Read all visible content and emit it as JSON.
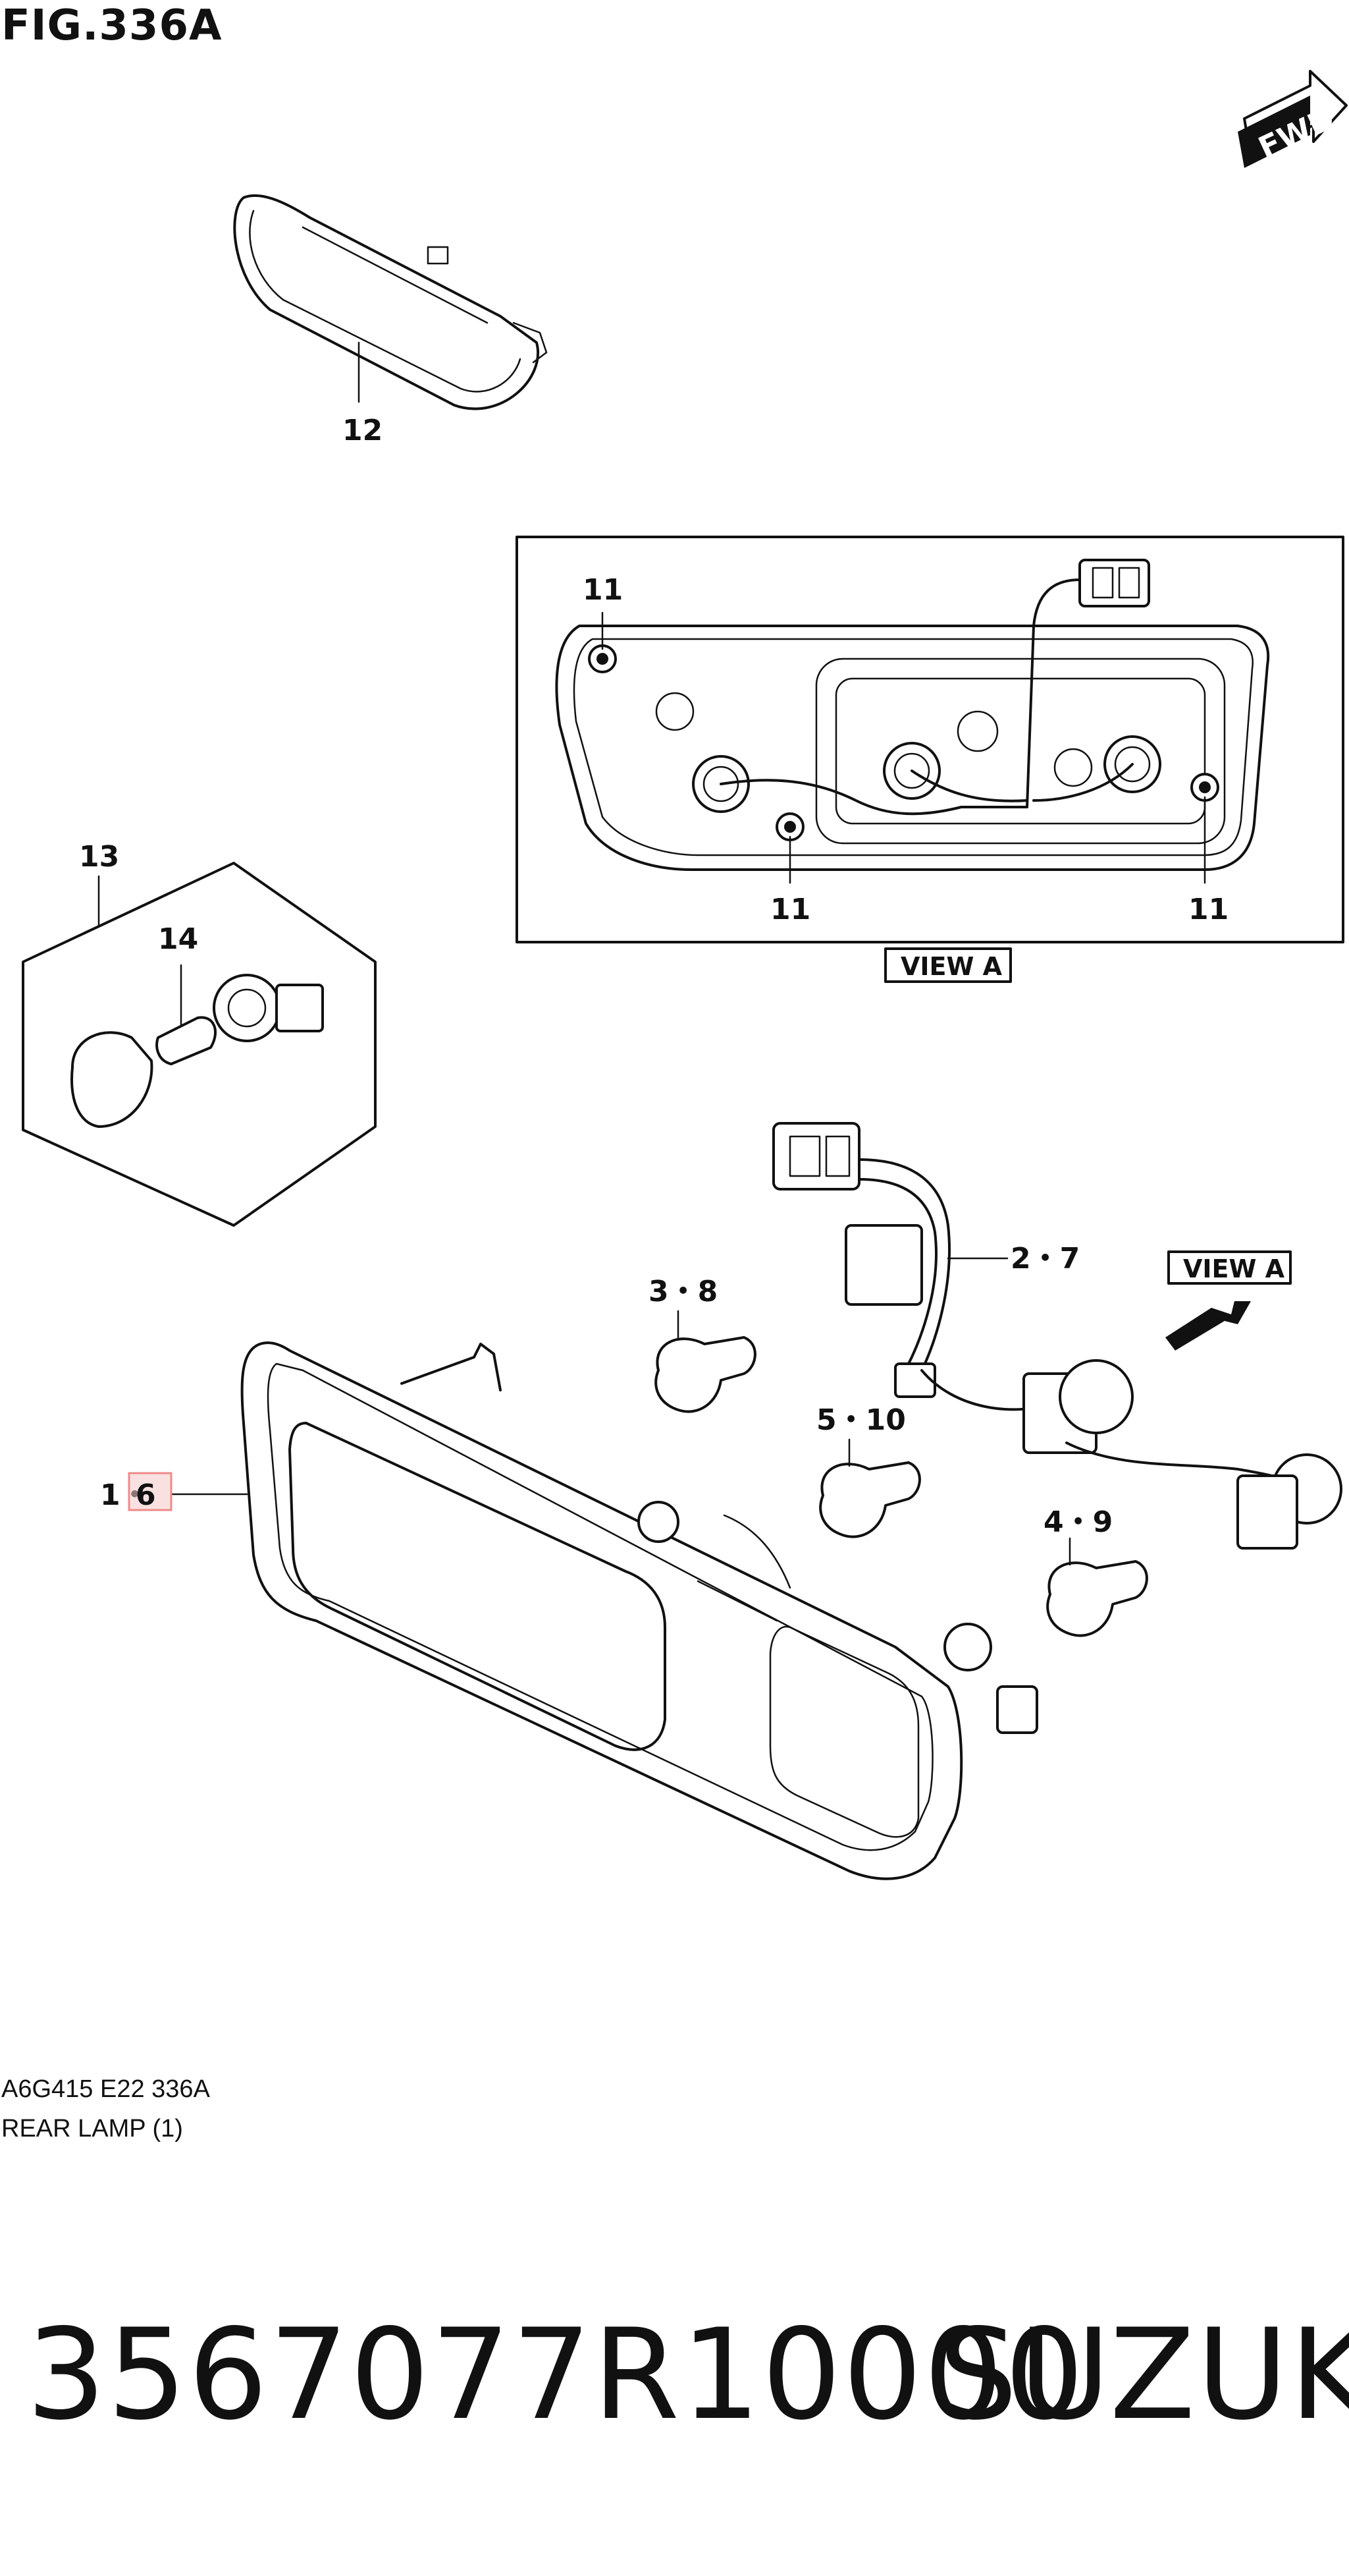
{
  "figure": {
    "title": "FIG.336A",
    "fwd_label": "FWD",
    "view_label_inset": "VIEW A",
    "view_label_main": "VIEW A",
    "callouts": {
      "c12": "12",
      "c11_top": "11",
      "c11_bottom_left": "11",
      "c11_bottom_right": "11",
      "c13": "13",
      "c14": "14",
      "c2_7": "2・7",
      "c3_8": "3・8",
      "c5_10": "5・10",
      "c4_9": "4・9",
      "c1": "1・",
      "c6": "6"
    },
    "highlight_color": "#f08a8a",
    "code_line": "A6G415 E22 336A",
    "caption_line": "REAR LAMP (1)"
  },
  "product": {
    "part_number": "3567077R10000",
    "brand": "SUZUKI"
  }
}
